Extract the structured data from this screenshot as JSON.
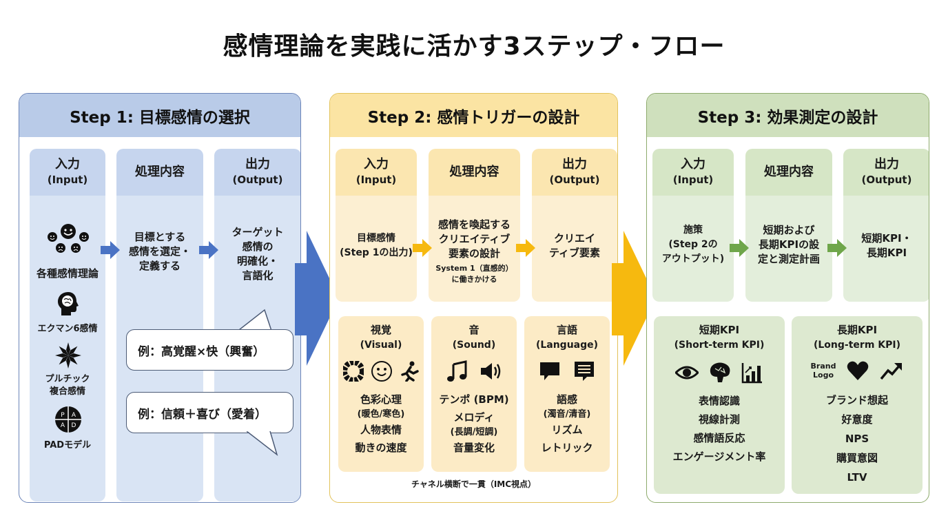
{
  "title": "感情理論を実践に活かす3ステップ・フロー",
  "colors": {
    "step1_accent": "#4a73c4",
    "step2_accent": "#f6b90f",
    "step3_accent": "#6fa64a"
  },
  "step1": {
    "header": "Step 1: 目標感情の選択",
    "input_head": "入力",
    "input_sub": "(Input)",
    "process_head": "処理内容",
    "output_head": "出力",
    "output_sub": "(Output)",
    "input_items": [
      {
        "icon": "emotion-faces-icon",
        "label": "各種感情理論"
      },
      {
        "icon": "brain-head-icon",
        "label": "エクマン6感情"
      },
      {
        "icon": "plutchik-wheel-icon",
        "label": "プルチック\n複合感情"
      },
      {
        "icon": "pad-model-icon",
        "label": "PADモデル"
      }
    ],
    "pad_letters": [
      "P",
      "A",
      "A",
      "D"
    ],
    "process_text": "目標とする\n感情を選定・\n定義する",
    "output_text": "ターゲット\n感情の\n明確化・\n言語化",
    "examples": [
      "例：高覚醒×快（興奮）",
      "例：信頼＋喜び（愛着）"
    ]
  },
  "step2": {
    "header": "Step 2: 感情トリガーの設計",
    "input_head": "入力",
    "input_sub": "(Input)",
    "process_head": "処理内容",
    "output_head": "出力",
    "output_sub": "(Output)",
    "input_text": "目標感情\n(Step 1の出力)",
    "process_text": "感情を喚起する\nクリエイティブ\n要素の設計",
    "process_note": "System 1（直感的）\nに働きかける",
    "output_text": "クリエイ\nティブ要素",
    "channels": [
      {
        "title": "視覚",
        "sub": "(Visual)",
        "icons": [
          "color-wheel-icon",
          "smiley-face-icon",
          "running-person-icon"
        ],
        "items": [
          "色彩心理",
          "(暖色/寒色)",
          "人物表情",
          "動きの速度"
        ]
      },
      {
        "title": "音",
        "sub": "(Sound)",
        "icons": [
          "music-note-icon",
          "speaker-icon"
        ],
        "items": [
          "テンポ (BPM)",
          "メロディ",
          "(長調/短調)",
          "音量変化"
        ]
      },
      {
        "title": "言語",
        "sub": "(Language)",
        "icons": [
          "speech-bubble-icon",
          "text-bubble-icon"
        ],
        "items": [
          "語感",
          "(濁音/清音)",
          "リズム",
          "レトリック"
        ]
      }
    ],
    "footer": "チャネル横断で一貫（IMC視点）"
  },
  "step3": {
    "header": "Step 3: 効果測定の設計",
    "input_head": "入力",
    "input_sub": "(Input)",
    "process_head": "処理内容",
    "output_head": "出力",
    "output_sub": "(Output)",
    "input_text": "施策\n(Step 2の\nアウトプット)",
    "process_text": "短期および\n長期KPIの設\n定と測定計画",
    "output_text": "短期KPI・\n長期KPI",
    "kpis": [
      {
        "title": "短期KPI",
        "sub": "(Short-term KPI)",
        "icons": [
          "eye-icon",
          "brain-icon",
          "bar-chart-icon"
        ],
        "items": [
          "表情認識",
          "視線計測",
          "感情語反応",
          "エンゲージメント率"
        ]
      },
      {
        "title": "長期KPI",
        "sub": "(Long-term KPI)",
        "brand_logo": "Brand\nLogo",
        "icons": [
          "brand-logo-icon",
          "heart-icon",
          "trend-up-icon"
        ],
        "items": [
          "ブランド想起",
          "好意度",
          "NPS",
          "購買意図",
          "LTV"
        ]
      }
    ]
  }
}
